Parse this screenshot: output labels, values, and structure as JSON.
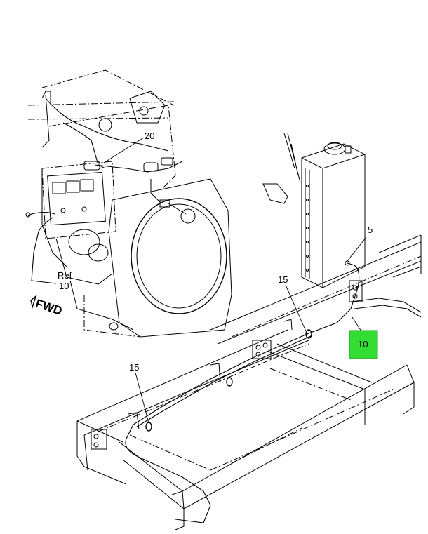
{
  "callouts": {
    "c20": "20",
    "c5": "5",
    "c15_upper": "15",
    "c15_lower": "15",
    "c10_highlight": "10",
    "ref_label": "Ref",
    "ref_number": "10"
  },
  "orientation": {
    "label": "FWD"
  },
  "colors": {
    "highlight": "#33dd33",
    "line": "#000000",
    "background": "#ffffff"
  }
}
